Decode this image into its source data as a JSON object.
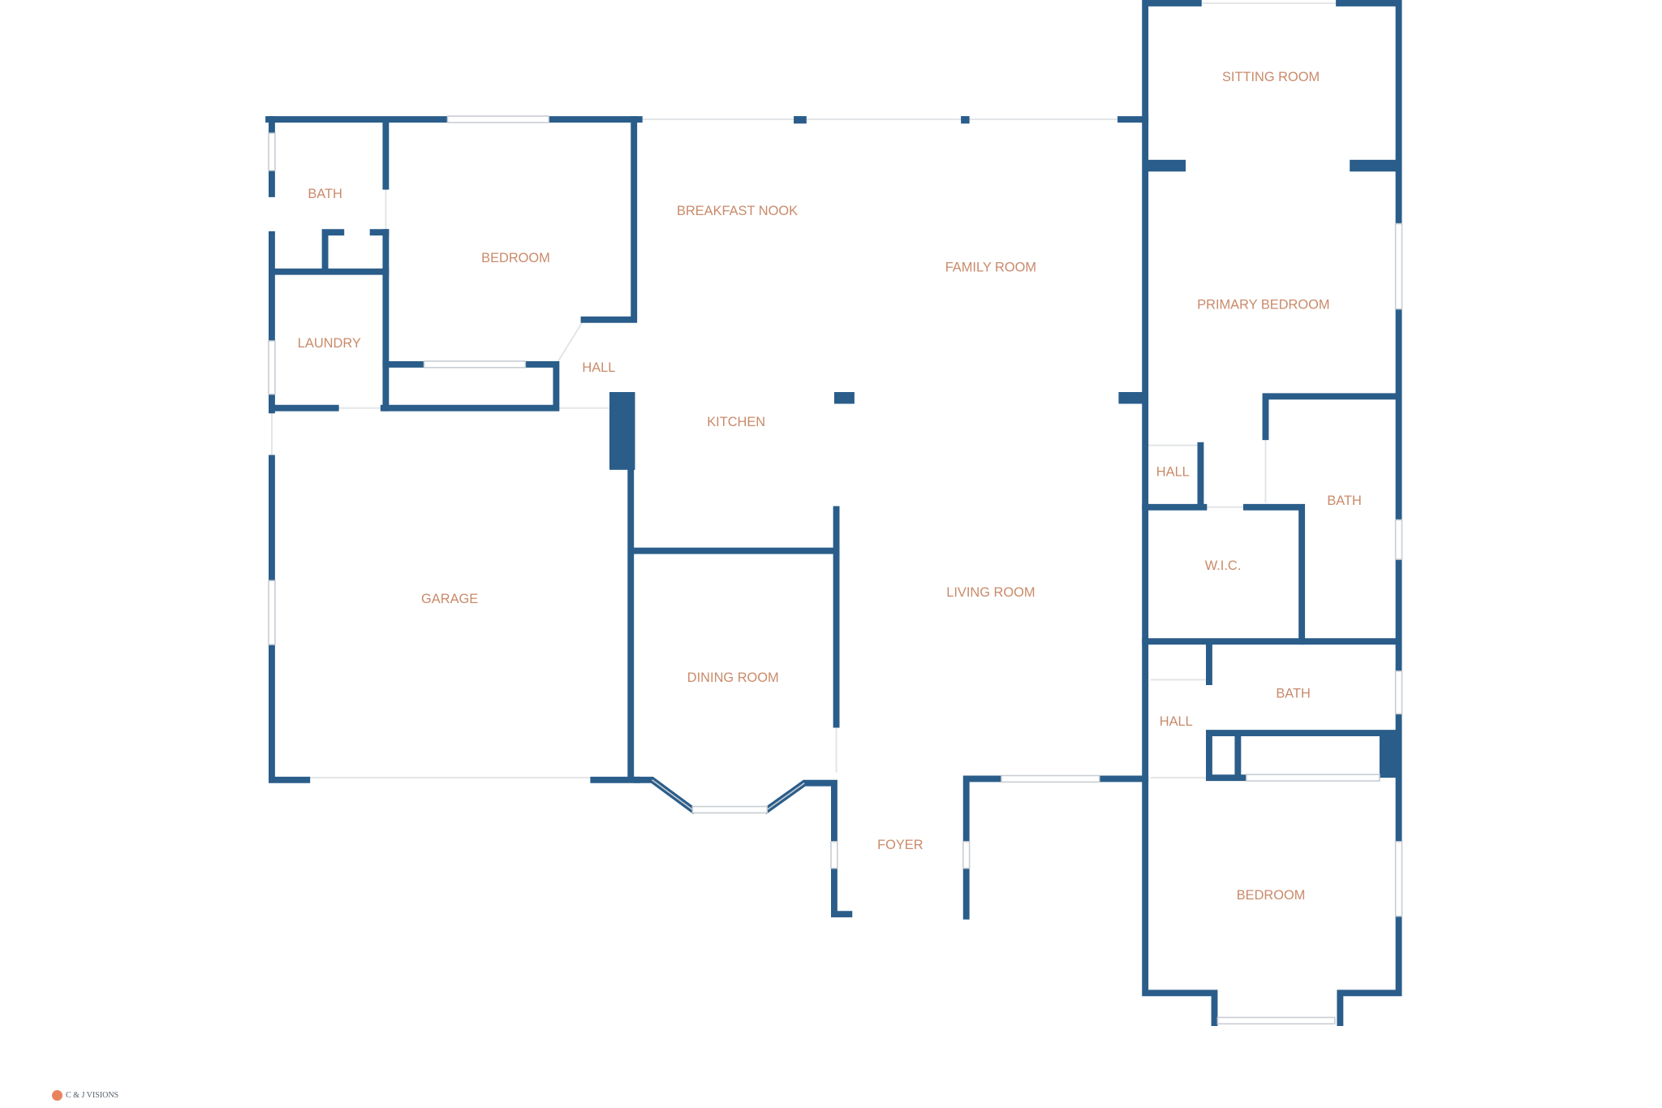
{
  "rooms": {
    "bath_left": "BATH",
    "bedroom_left": "BEDROOM",
    "laundry": "LAUNDRY",
    "hall_left": "HALL",
    "breakfast_nook": "BREAKFAST NOOK",
    "family_room": "FAMILY ROOM",
    "kitchen": "KITCHEN",
    "garage": "GARAGE",
    "dining_room": "DINING ROOM",
    "living_room": "LIVING ROOM",
    "foyer": "FOYER",
    "sitting_room": "SITTING ROOM",
    "primary_bedroom": "PRIMARY BEDROOM",
    "hall_primary": "HALL",
    "bath_primary": "BATH",
    "wic": "W.I.C.",
    "bath_right": "BATH",
    "hall_right": "HALL",
    "bedroom_right": "BEDROOM"
  },
  "logo": {
    "name": "C & J VISIONS"
  },
  "colors": {
    "wall": "#2a5d8a",
    "label": "#c98a6a"
  }
}
